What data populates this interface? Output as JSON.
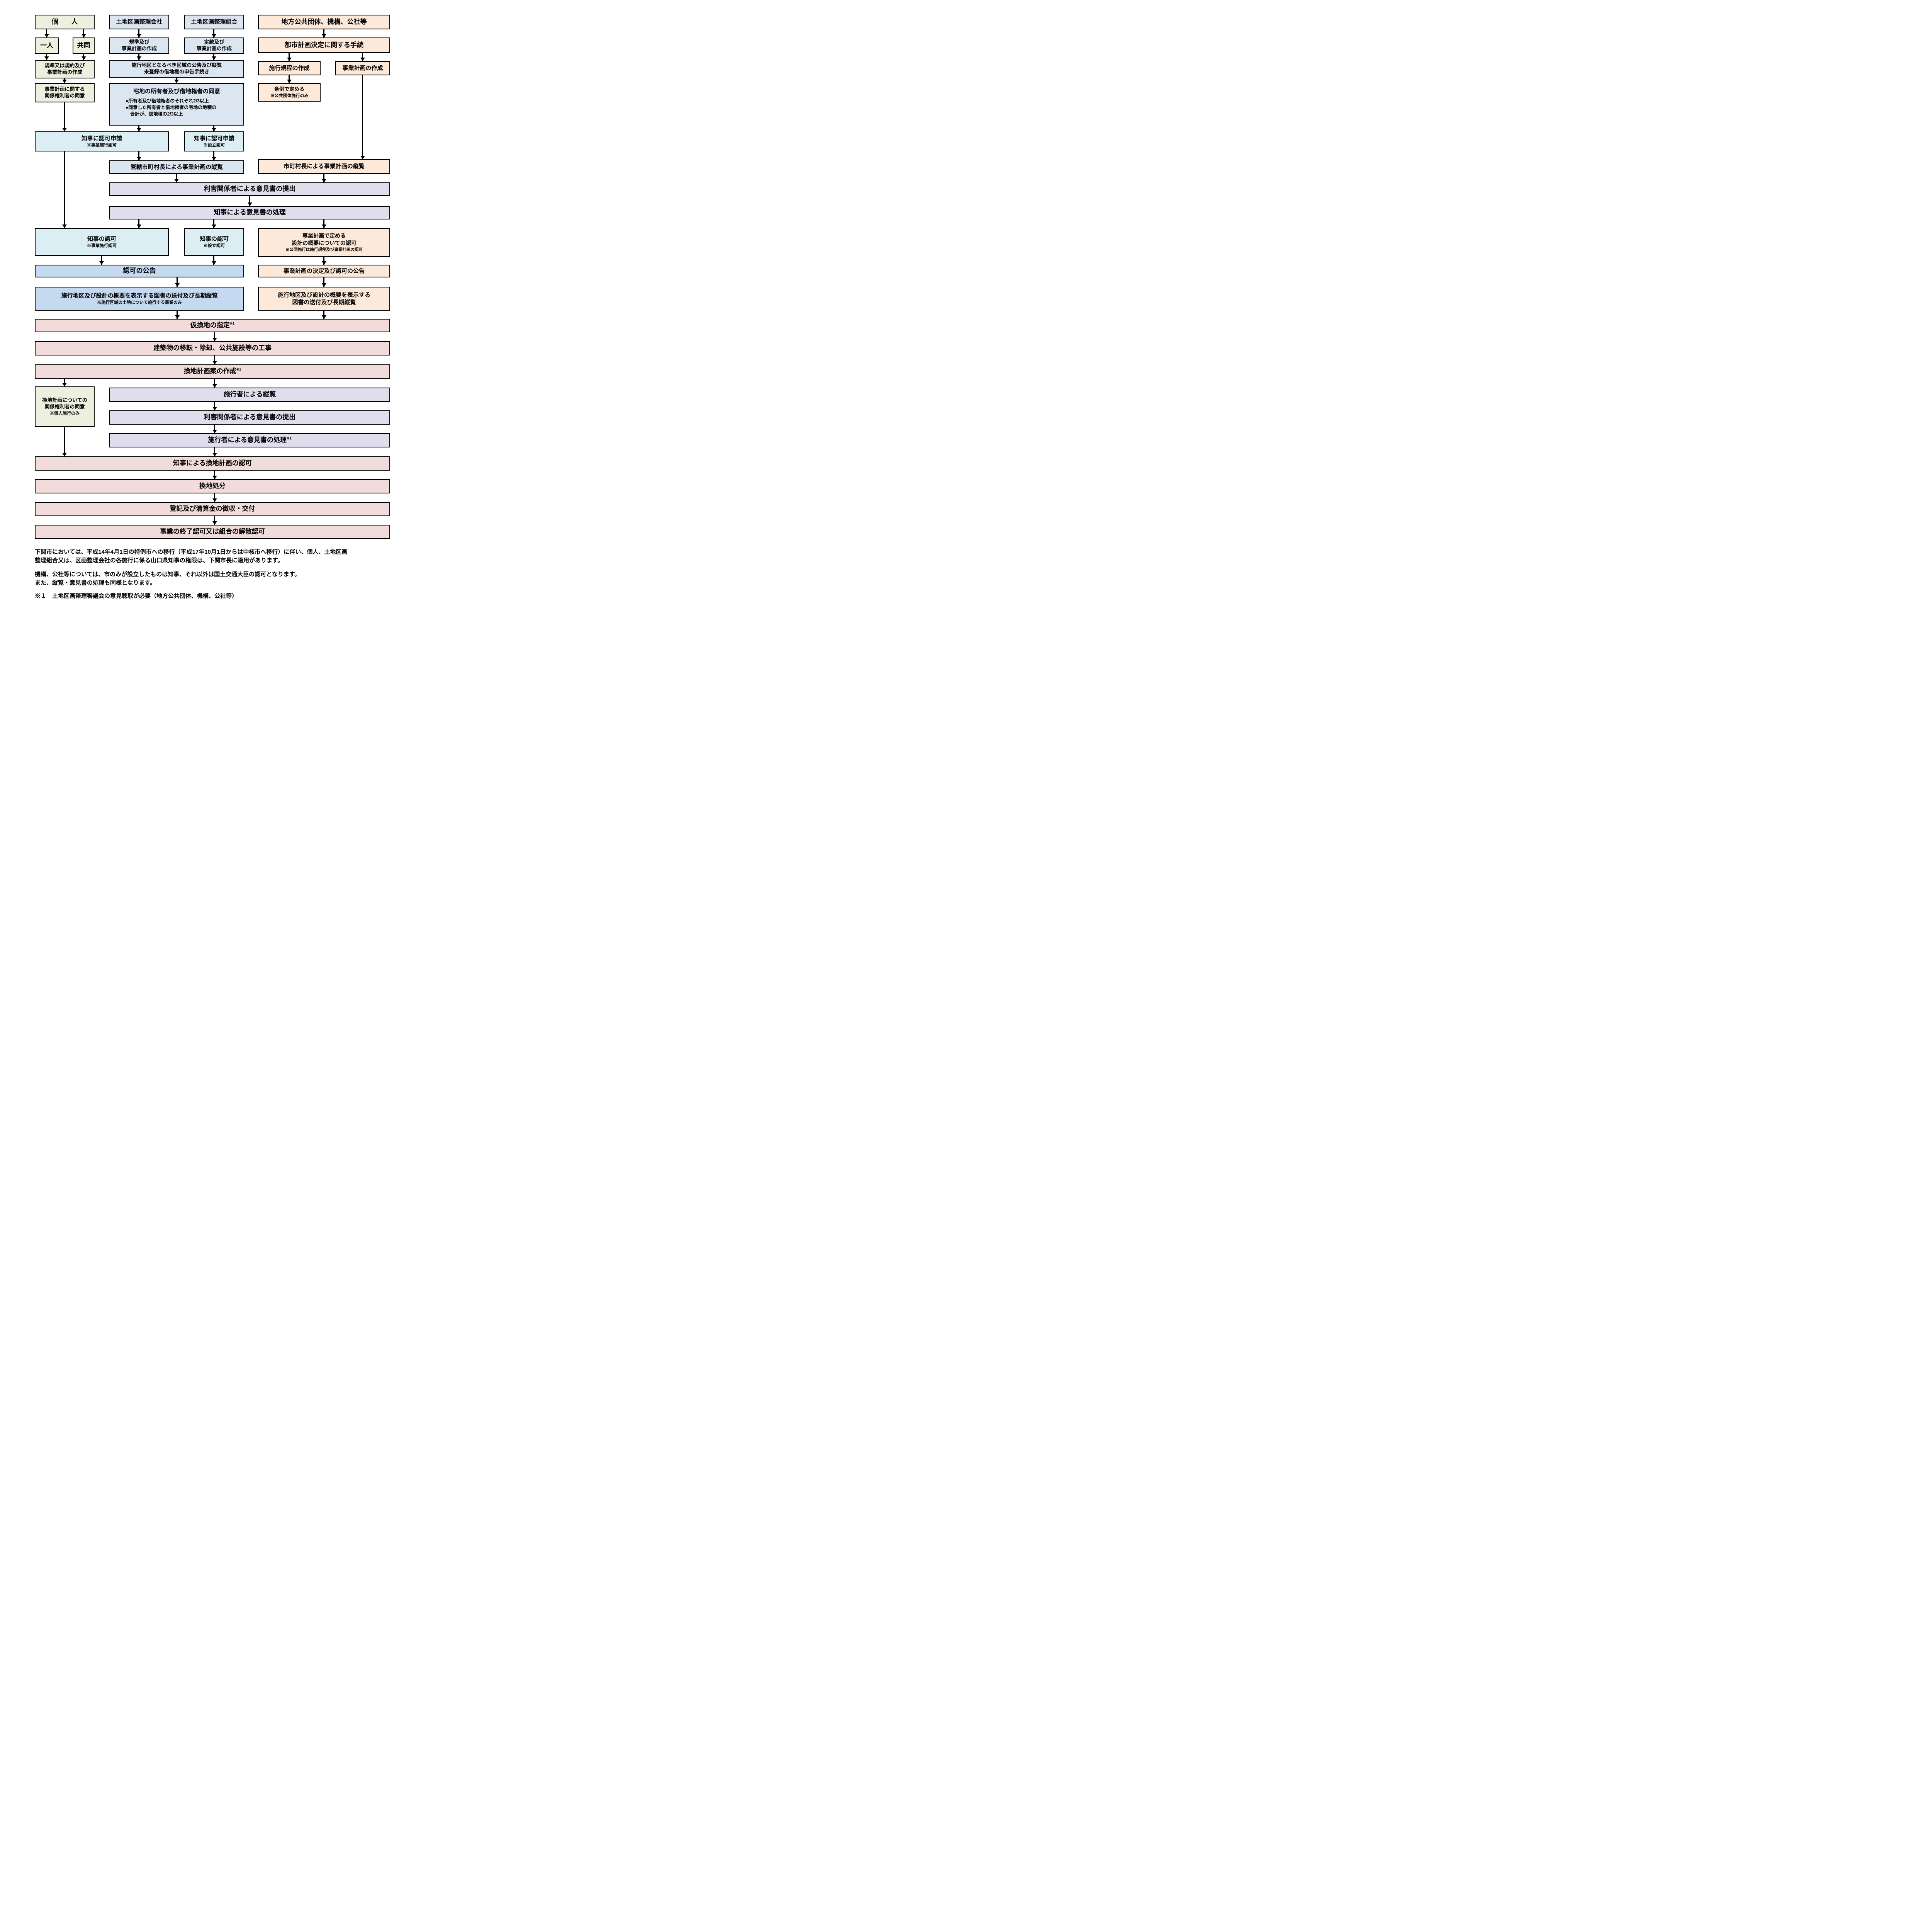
{
  "colors": {
    "green": "#ebf1de",
    "blue": "#dce6f1",
    "cyan": "#daeef3",
    "strong_blue": "#c5d9f1",
    "orange": "#fde9d9",
    "lavender": "#e0dded",
    "pink": "#f2dcdb",
    "border": "#000000"
  },
  "nodes": {
    "kojin": {
      "label": "個　　人"
    },
    "kaisha": {
      "label": "土地区画整理会社"
    },
    "kumiai": {
      "label": "土地区画整理組合"
    },
    "chiho": {
      "label": "地方公共団体、機構、公社等"
    },
    "hitori": {
      "label": "一人"
    },
    "kyodo": {
      "label": "共同"
    },
    "kijun_sakusei": {
      "label": "規準及び",
      "label2": "事業計画の作成"
    },
    "teikan_sakusei": {
      "label": "定款及び",
      "label2": "事業計画の作成"
    },
    "toshi_tetsuzuki": {
      "label": "都市計画決定に関する手続"
    },
    "kijun_kiyaku": {
      "label": "規準又は規約及び",
      "label2": "事業計画の作成"
    },
    "kuiki_kokoku": {
      "label": "施行地区となるべき区域の公告及び縦覧",
      "label2": "未登録の借地権の申告手続き"
    },
    "shiko_kitei": {
      "label": "施行規程の作成"
    },
    "jigyo_sakusei": {
      "label": "事業計画の作成"
    },
    "kankei_doi": {
      "label": "事業計画に関する",
      "label2": "関係権利者の同意"
    },
    "takuchi_doi": {
      "label": "宅地の所有者及び借地権者の同意",
      "bullet1": "●所有者及び借地権者のそれぞれ2/3以上",
      "bullet2a": "●同意した所有者と借地権者の宅地の地積の",
      "bullet2b": "合計が、総地積の2/3以上"
    },
    "jorei": {
      "label": "条例で定める",
      "note": "※公共団体施行のみ"
    },
    "shinsei_jigyo": {
      "label": "知事に認可申請",
      "note": "※事業施行認可"
    },
    "shinsei_setsuritsu": {
      "label": "知事に認可申請",
      "note": "※設立認可"
    },
    "kankatsu_etsuran": {
      "label": "管轄市町村長による事業計画の縦覧"
    },
    "shichoson_etsuran": {
      "label": "市町村長による事業計画の縦覧"
    },
    "rigai_teishutsu1": {
      "label": "利害関係者による意見書の提出"
    },
    "chiji_shori": {
      "label": "知事による意見書の処理"
    },
    "ninka_jigyo": {
      "label": "知事の認可",
      "note": "※事業施行認可"
    },
    "ninka_setsuritsu": {
      "label": "知事の認可",
      "note": "※設立認可"
    },
    "sekkei_ninka": {
      "label": "事業計画で定める",
      "label2": "設計の概要についての認可",
      "note": "※公団施行は施行規程及び事業計画の認可"
    },
    "ninka_kokoku": {
      "label": "認可の公告"
    },
    "kettei_kokoku": {
      "label": "事業計画の決定及び認可の公告"
    },
    "tosho_left": {
      "label": "施行地区及び設計の概要を表示する図書の送付及び長期縦覧",
      "note": "※施行区域の土地について施行する事業のみ"
    },
    "tosho_right": {
      "label": "施行地区及び設計の概要を表示する",
      "label2": "図書の送付及び長期縦覧"
    },
    "karikanchi": {
      "label": "仮換地の指定",
      "sup": "※1"
    },
    "kenchiku_koji": {
      "label": "建築物の移転・除却、公共施設等の工事"
    },
    "kanchi_an": {
      "label": "換地計画案の作成",
      "sup": "※1"
    },
    "kanchi_doi": {
      "label": "換地計画についての",
      "label2": "関係権利者の同意",
      "note": "※個人施行のみ"
    },
    "shikosha_etsuran": {
      "label": "施行者による縦覧"
    },
    "rigai_teishutsu2": {
      "label": "利害関係者による意見書の提出"
    },
    "shikosha_shori": {
      "label": "施行者による意見書の処理",
      "sup": "※1"
    },
    "kanchi_ninka": {
      "label": "知事による換地計画の認可"
    },
    "kanchi_shobun": {
      "label": "換地処分"
    },
    "toki_seisan": {
      "label": "登記及び清算金の徴収・交付"
    },
    "shuryo_ninka": {
      "label": "事業の終了認可又は組合の解散認可"
    }
  },
  "footer": {
    "para1_line1": "下関市においては、平成14年4月1日の特例市への移行（平成17年10月1日からは中核市へ移行）に伴い、個人、土地区画",
    "para1_line2": "整理組合又は、区画整理会社の各施行に係る山口県知事の権限は、下関市長に適用があります。",
    "para2_line1": "機構、公社等については、市のみが設立したものは知事、それ以外は国土交通大臣の認可となります。",
    "para2_line2": "また、縦覧・意見書の処理も同様となります。",
    "footnote": "※１　土地区画整理審議会の意見聴取が必要（地方公共団体、機構、公社等）"
  }
}
